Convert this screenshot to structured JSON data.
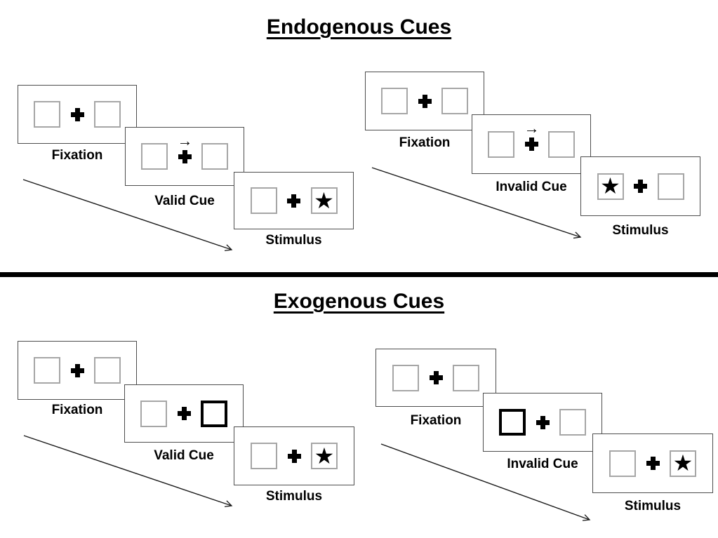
{
  "diagram": {
    "sections": [
      {
        "title": "Endogenous Cues",
        "groups": [
          {
            "condition": "valid",
            "panels": [
              {
                "label": "Fixation",
                "type": "fixation"
              },
              {
                "label": "Valid Cue",
                "type": "central-arrow-cue",
                "cue_direction": "right"
              },
              {
                "label": "Stimulus",
                "type": "stimulus",
                "star_side": "right"
              }
            ]
          },
          {
            "condition": "invalid",
            "panels": [
              {
                "label": "Fixation",
                "type": "fixation"
              },
              {
                "label": "Invalid Cue",
                "type": "central-arrow-cue",
                "cue_direction": "right"
              },
              {
                "label": "Stimulus",
                "type": "stimulus",
                "star_side": "left"
              }
            ]
          }
        ]
      },
      {
        "title": "Exogenous Cues",
        "groups": [
          {
            "condition": "valid",
            "panels": [
              {
                "label": "Fixation",
                "type": "fixation"
              },
              {
                "label": "Valid Cue",
                "type": "peripheral-box-cue",
                "highlighted_box": "right"
              },
              {
                "label": "Stimulus",
                "type": "stimulus",
                "star_side": "right"
              }
            ]
          },
          {
            "condition": "invalid",
            "panels": [
              {
                "label": "Fixation",
                "type": "fixation"
              },
              {
                "label": "Invalid Cue",
                "type": "peripheral-box-cue",
                "highlighted_box": "left"
              },
              {
                "label": "Stimulus",
                "type": "stimulus",
                "star_side": "right"
              }
            ]
          }
        ]
      }
    ],
    "glyphs": {
      "star": "★",
      "cue_arrow": "→",
      "fixation_cross": "css-heavy-cross"
    },
    "colors": {
      "ink": "#000000",
      "box_border": "#a6a6a6",
      "panel_border": "#4d4d4d"
    }
  }
}
